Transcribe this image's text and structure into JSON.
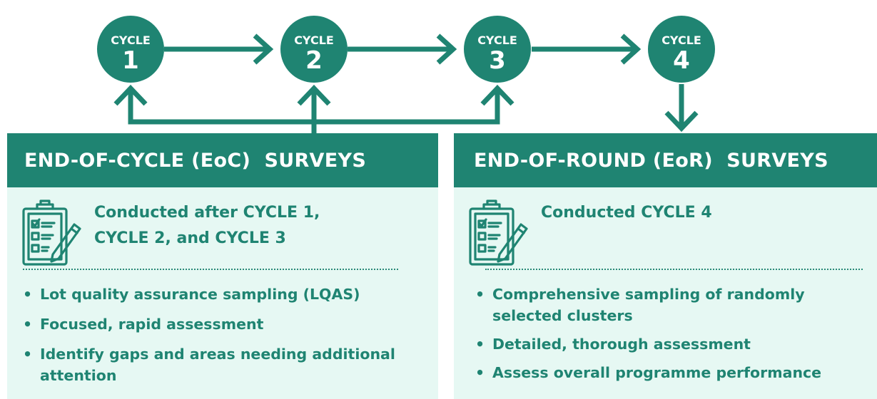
{
  "colors": {
    "primary_dark": "#1f8472",
    "panel_bg": "#e6f8f3",
    "text_on_dark": "#ffffff"
  },
  "cycles": [
    {
      "label": "CYCLE",
      "number": "1"
    },
    {
      "label": "CYCLE",
      "number": "2"
    },
    {
      "label": "CYCLE",
      "number": "3"
    },
    {
      "label": "CYCLE",
      "number": "4"
    }
  ],
  "eoc": {
    "title": "END-OF-CYCLE (EoC)  SURVEYS",
    "icon": "clipboard-checklist-icon",
    "intro_lines": [
      "Conducted after CYCLE 1,",
      "CYCLE 2, and CYCLE 3"
    ],
    "bullets": [
      "Lot quality assurance sampling (LQAS)",
      "Focused, rapid assessment",
      "Identify gaps and areas needing additional attention"
    ]
  },
  "eor": {
    "title": "END-OF-ROUND (EoR)  SURVEYS",
    "icon": "clipboard-checklist-icon",
    "intro_lines": [
      "Conducted CYCLE 4"
    ],
    "bullets": [
      "Comprehensive sampling of randomly selected clusters",
      "Detailed, thorough assessment",
      "Assess overall programme performance"
    ]
  }
}
